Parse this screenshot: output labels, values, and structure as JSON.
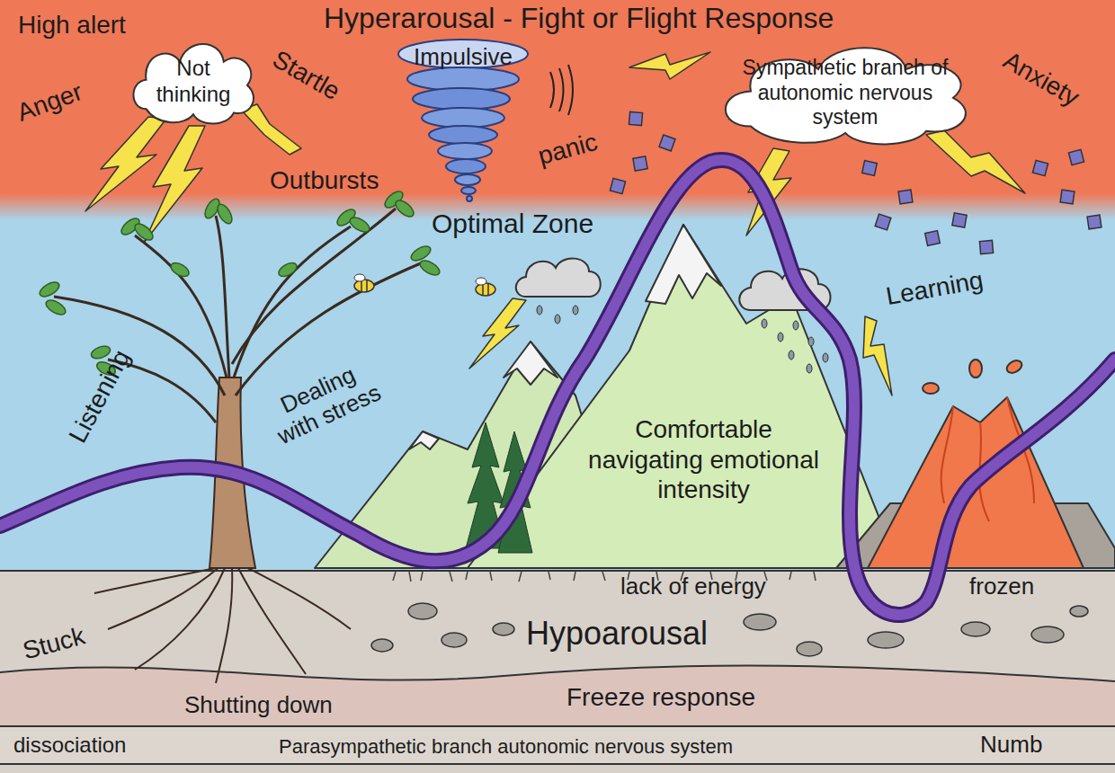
{
  "diagram": {
    "title": "Hyperarousal - Fight or Flight Response",
    "nodes": [
      {
        "text": [
          "Not thinking"
        ]
      },
      {
        "text": [
          "Impulsive"
        ]
      },
      {
        "text": [
          "Sympathetic branch of autonomic nervous system"
        ]
      },
      {
        "text": [
          "Comfortable navigating emotional intensity"
        ]
      }
    ],
    "labels": [
      "High alert",
      "Anger",
      "Startle",
      "Outbursts",
      "panic",
      "Anxiety",
      "Optimal Zone",
      "Learning",
      "Listening",
      "Dealing with stress",
      "lack of energy",
      "frozen",
      "Hypoarousal",
      "Stuck",
      "Shutting down",
      "Freeze response",
      "dissociation",
      "Parasympathetic branch autonomic nervous system",
      "Numb"
    ]
  }
}
